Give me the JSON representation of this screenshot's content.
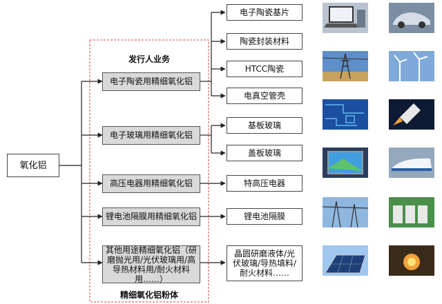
{
  "root": {
    "label": "氧化铝"
  },
  "group": {
    "title": "发行人业务",
    "footer": "精细氧化铝粉体"
  },
  "business": [
    {
      "label": "电子陶瓷用精细氧化铝"
    },
    {
      "label": "电子玻璃用精细氧化铝"
    },
    {
      "label": "高压电器用精细氧化铝"
    },
    {
      "label": "锂电池隔膜用精细氧化铝"
    },
    {
      "label": "其他用途精细氧化铝（研磨抛光用/光伏玻璃用/高导热材料用/耐火材料用……）"
    }
  ],
  "applications": [
    {
      "label": "电子陶瓷基片"
    },
    {
      "label": "陶瓷封装材料"
    },
    {
      "label": "HTCC陶瓷"
    },
    {
      "label": "电真空管壳"
    },
    {
      "label": "基板玻璃"
    },
    {
      "label": "盖板玻璃"
    },
    {
      "label": "特高压电器"
    },
    {
      "label": "锂电池隔膜"
    },
    {
      "label": "晶圆研磨液体/光伏玻璃/导热填料/耐火材料……"
    }
  ],
  "images": [
    "laptop-icon",
    "car-icon",
    "power-tower-icon",
    "wind-turbine-icon",
    "circuit-board-icon",
    "rocket-icon",
    "display-screen-icon",
    "high-speed-train-icon",
    "transmission-tower-icon",
    "battery-station-icon",
    "solar-panel-icon",
    "furnace-icon"
  ]
}
